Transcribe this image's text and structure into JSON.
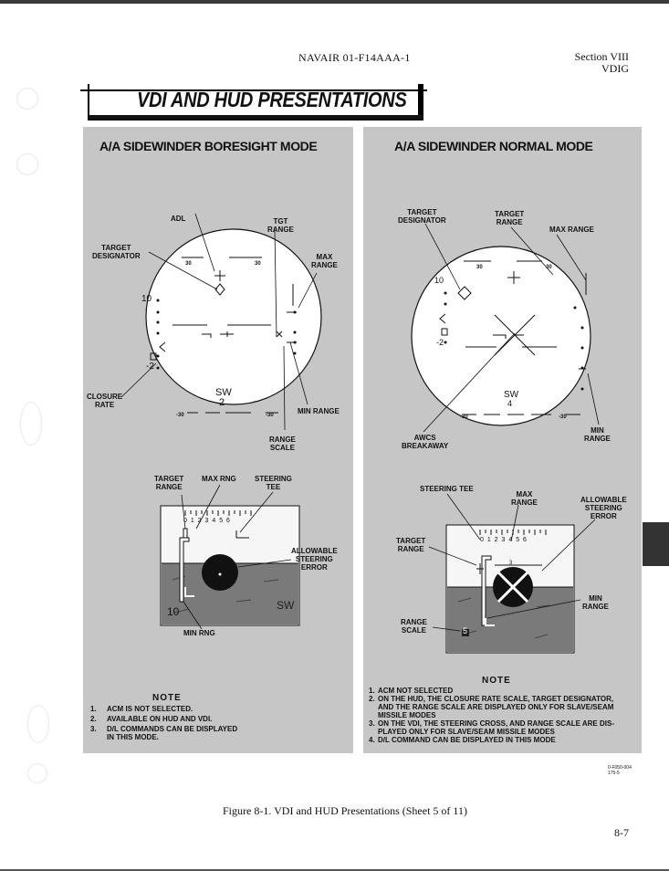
{
  "header": {
    "doc_id": "NAVAIR 01-F14AAA-1",
    "section": "Section VIII",
    "subsection": "VDIG"
  },
  "title": "VDI AND HUD PRESENTATIONS",
  "left_panel": {
    "title": "A/A SIDEWINDER BORESIGHT MODE",
    "hud_labels": {
      "adl": "ADL",
      "tgt_range": "TGT\nRANGE",
      "target_designator": "TARGET\nDESIGNATOR",
      "max_range": "MAX\nRANGE",
      "closure_rate": "CLOSURE\nRATE",
      "min_range": "MIN RANGE",
      "range_scale": "RANGE\nSCALE"
    },
    "hud_symbols": {
      "pitch_left": "30",
      "pitch_right": "30",
      "bottom_left": "-30",
      "bottom_right": "-30",
      "mode": "SW",
      "mode_num": "2",
      "range_num": "10",
      "closure": "-2"
    },
    "vdi_labels": {
      "target_range": "TARGET\nRANGE",
      "max_rng": "MAX RNG",
      "steering_tee": "STEERING\nTEE",
      "allowable_steering_error": "ALLOWABLE\nSTEERING\nERROR",
      "min_rng": "MIN RNG"
    },
    "vdi_symbols": {
      "scale": "0 1 2 3 4 5 6",
      "mode": "SW",
      "range": "10"
    },
    "note_title": "NOTE",
    "notes": [
      {
        "num": "1.",
        "text": "ACM IS NOT SELECTED."
      },
      {
        "num": "2.",
        "text": "AVAILABLE ON HUD AND VDI."
      },
      {
        "num": "3.",
        "text": "D/L COMMANDS CAN BE DISPLAYED\nIN THIS MODE."
      }
    ]
  },
  "right_panel": {
    "title": "A/A SIDEWINDER NORMAL MODE",
    "hud_labels": {
      "target_designator": "TARGET\nDESIGNATOR",
      "target_range": "TARGET\nRANGE",
      "max_range": "MAX RANGE",
      "awcs_breakaway": "AWCS\nBREAKAWAY",
      "min_range": "MIN\nRANGE"
    },
    "hud_symbols": {
      "pitch_left": "30",
      "pitch_right": "30",
      "bottom_left": "-30",
      "bottom_right": "-30",
      "mode": "SW",
      "mode_num": "4",
      "range_num": "10",
      "closure": "-2"
    },
    "vdi_labels": {
      "steering_tee": "STEERING TEE",
      "max_range": "MAX\nRANGE",
      "allowable_steering_error": "ALLOWABLE\nSTEERING\nERROR",
      "target_range": "TARGET\nRANGE",
      "min_range": "MIN\nRANGE",
      "range_scale": "RANGE\nSCALE"
    },
    "vdi_symbols": {
      "scale": "0 1 2 3 4 5 6",
      "pitch": "3",
      "range": "5"
    },
    "note_title": "NOTE",
    "notes": [
      {
        "num": "1.",
        "text": "ACM NOT SELECTED"
      },
      {
        "num": "2.",
        "text": "ON THE HUD, THE CLOSURE RATE SCALE, TARGET DESIGNATOR,\nAND THE RANGE SCALE ARE DISPLAYED ONLY FOR SLAVE/SEAM\nMISSILE MODES"
      },
      {
        "num": "3.",
        "text": "ON THE VDI, THE STEERING CROSS, AND RANGE SCALE ARE DIS-\nPLAYED ONLY FOR SLAVE/SEAM MISSILE MODES"
      },
      {
        "num": "4.",
        "text": "D/L COMMAND CAN BE DISPLAYED IN THIS MODE"
      }
    ]
  },
  "figure_code": "0-F050-004\n175-5",
  "caption": "Figure 8-1.  VDI and HUD Presentations (Sheet 5 of 11)",
  "page_number": "8-7",
  "colors": {
    "panel": "#c6c6c6",
    "hud_face": "#ffffff",
    "sky": "#f6f6f6",
    "ground": "#7a7a7a",
    "ink": "#111111"
  }
}
